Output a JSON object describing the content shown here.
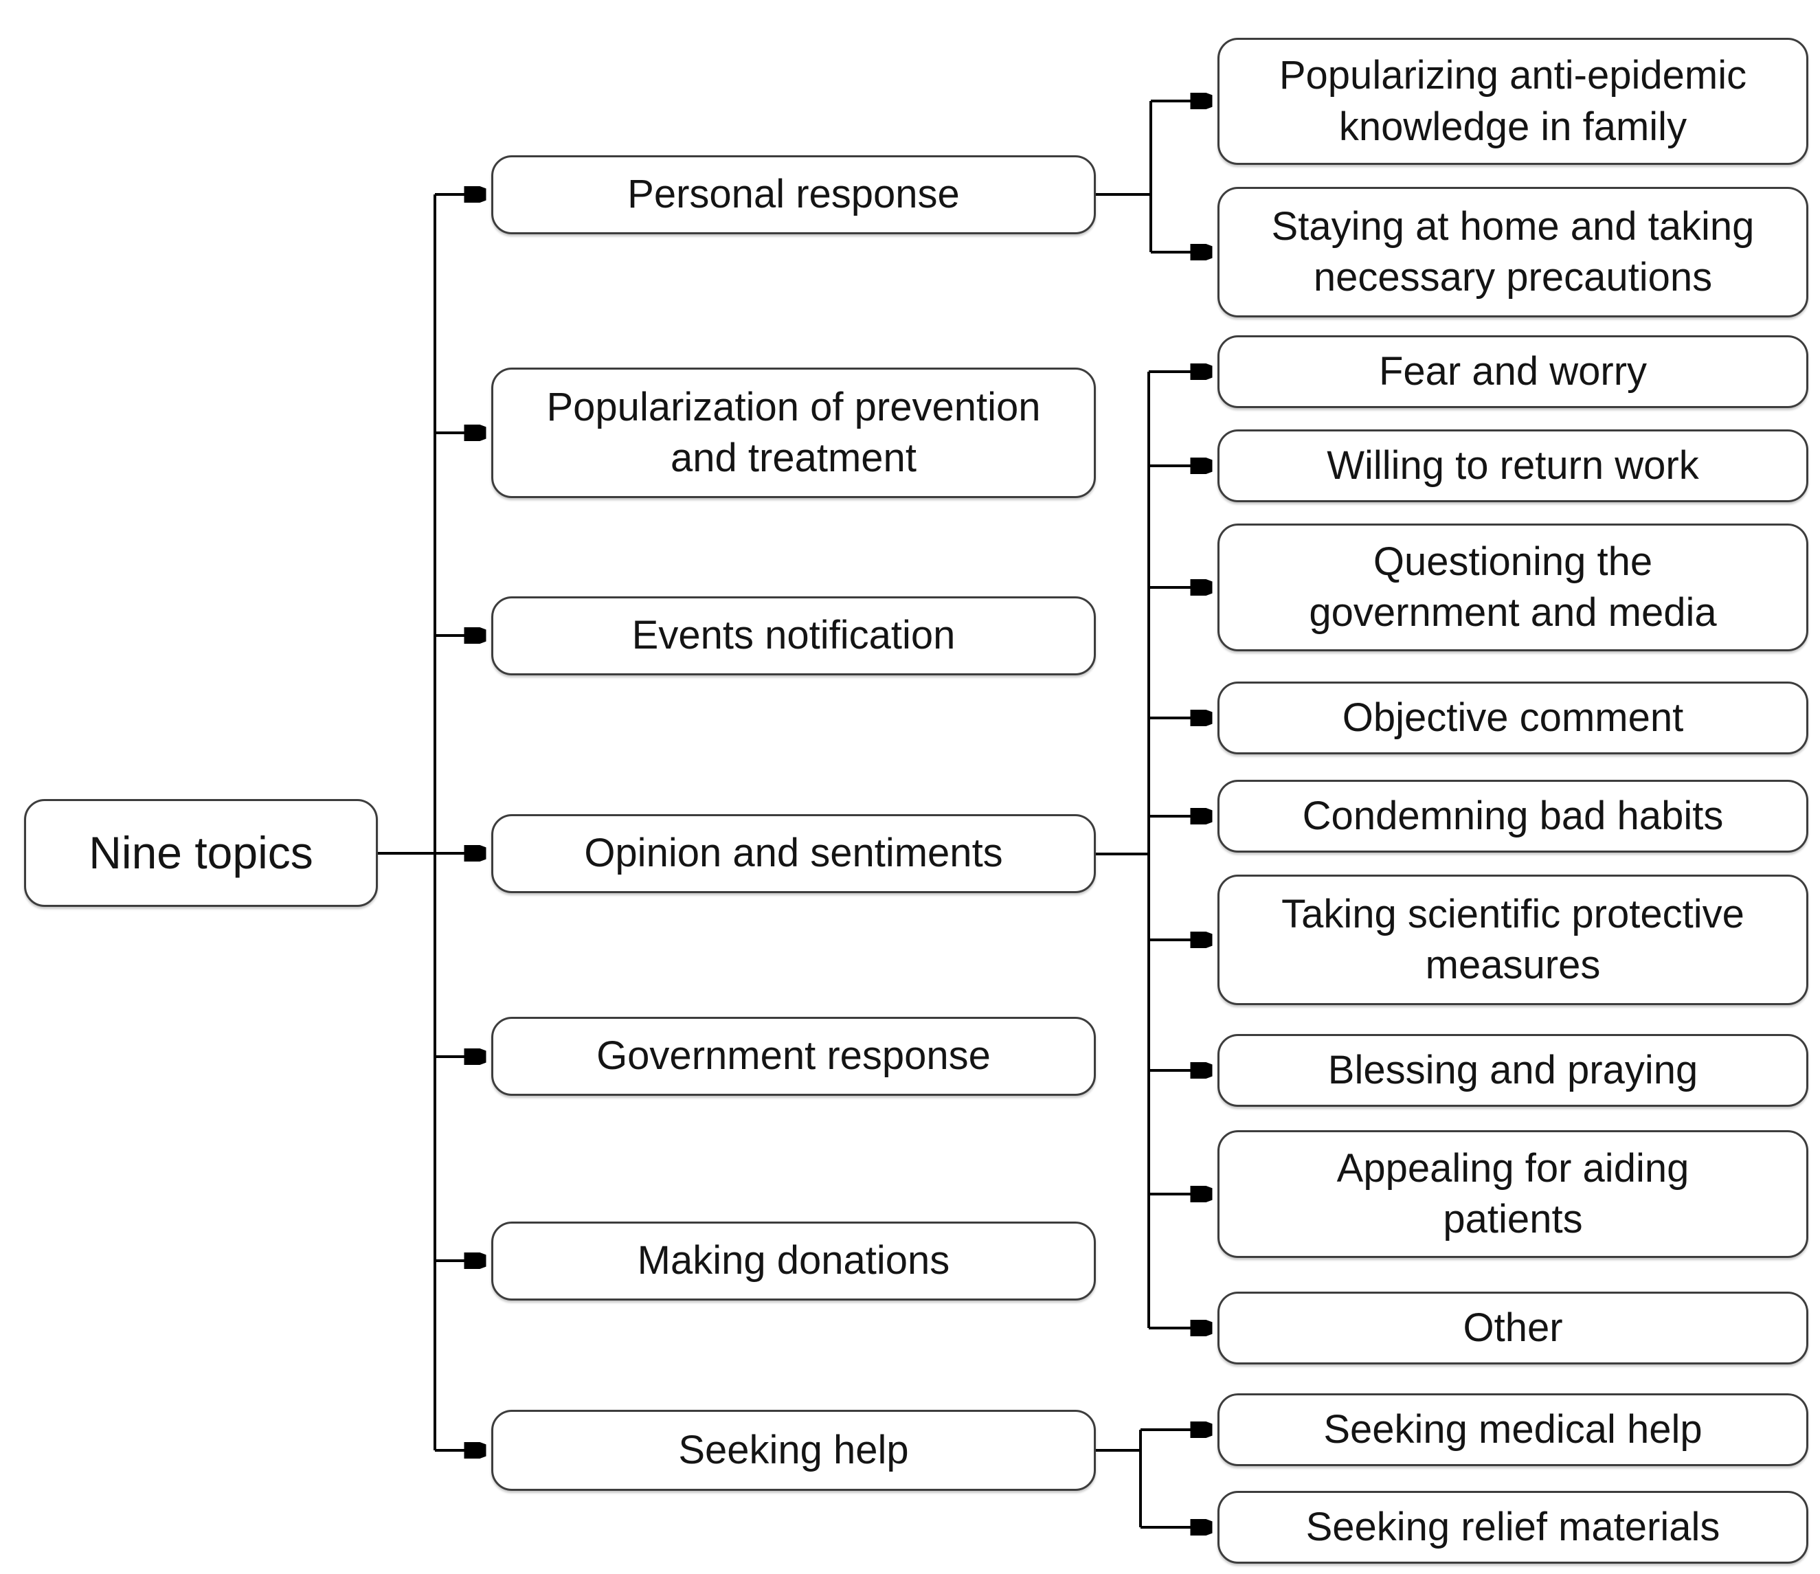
{
  "figure": {
    "root": {
      "label": "Nine topics"
    },
    "topics": [
      {
        "label": "Personal response"
      },
      {
        "label": "Popularization of prevention\nand treatment"
      },
      {
        "label": "Events notification"
      },
      {
        "label": "Opinion and sentiments"
      },
      {
        "label": "Government response"
      },
      {
        "label": "Making donations"
      },
      {
        "label": "Seeking help"
      }
    ],
    "subtopics": {
      "personal_response": [
        {
          "label": "Popularizing anti-epidemic\nknowledge in family"
        },
        {
          "label": "Staying at home and taking\nnecessary precautions"
        }
      ],
      "opinion_and_sentiments": [
        {
          "label": "Fear and worry"
        },
        {
          "label": "Willing to return work"
        },
        {
          "label": "Questioning the\ngovernment and media"
        },
        {
          "label": "Objective comment"
        },
        {
          "label": "Condemning bad habits"
        },
        {
          "label": "Taking scientific protective\nmeasures"
        },
        {
          "label": "Blessing and praying"
        },
        {
          "label": "Appealing for aiding\npatients"
        },
        {
          "label": "Other"
        }
      ],
      "seeking_help": [
        {
          "label": "Seeking medical help"
        },
        {
          "label": "Seeking relief materials"
        }
      ]
    },
    "colors": {
      "box_fill": "#ffffff",
      "box_border": "#3d3d3d",
      "connector": "#000000",
      "text": "#141414",
      "background": "#ffffff"
    }
  }
}
